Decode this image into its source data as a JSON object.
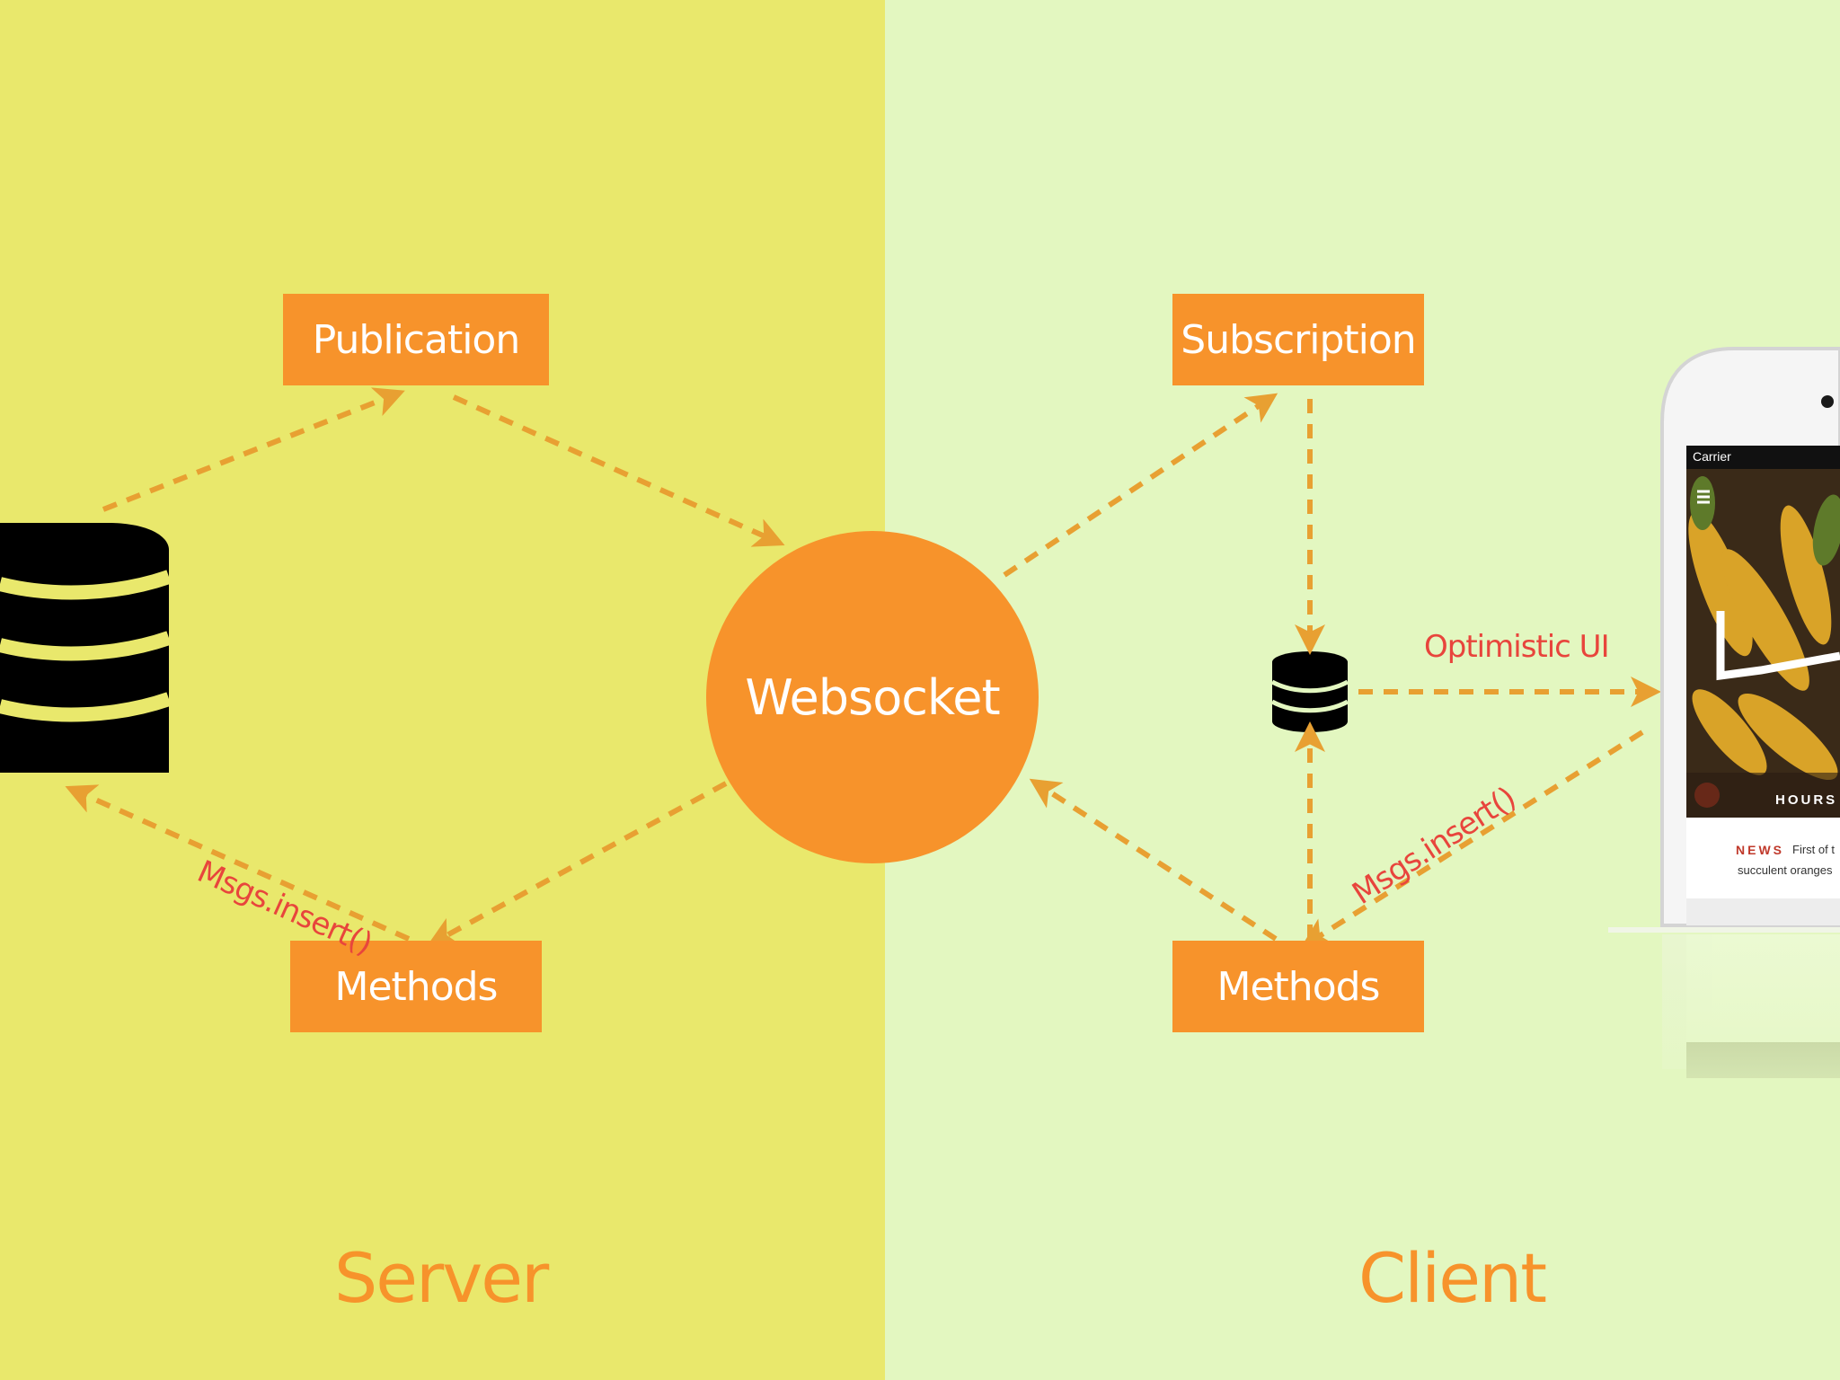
{
  "colors": {
    "server_bg": "#E9E86C",
    "client_bg": "#E3F7C0",
    "accent": "#F7932B",
    "arrow": "#E8A032",
    "label_red": "#E8453C",
    "database": "#000000"
  },
  "server": {
    "title": "Server",
    "publication_label": "Publication",
    "methods_label": "Methods",
    "insert_label": "Msgs.insert()"
  },
  "center": {
    "websocket_label": "Websocket"
  },
  "client": {
    "title": "Client",
    "subscription_label": "Subscription",
    "methods_label": "Methods",
    "insert_label": "Msgs.insert()",
    "optimistic_label": "Optimistic UI"
  },
  "phone": {
    "carrier": "Carrier",
    "hours": "HOURS",
    "news_label": "NEWS",
    "news_text": "First of t",
    "news_text2": "succulent oranges"
  }
}
